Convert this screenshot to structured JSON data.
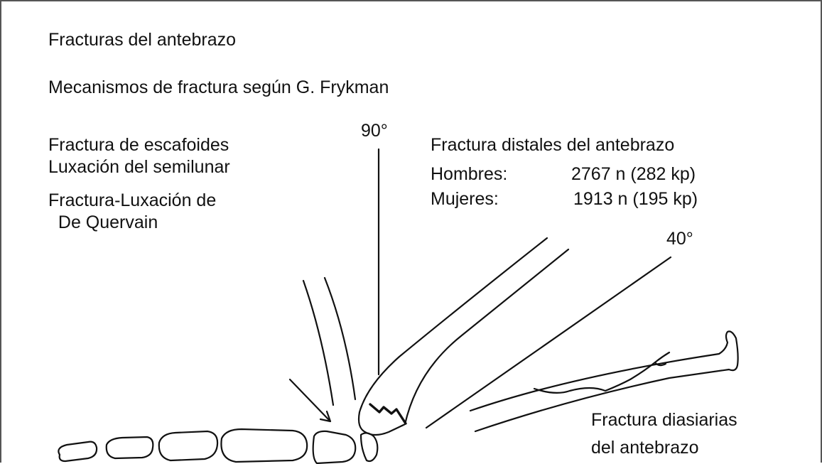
{
  "title": "Fracturas del antebrazo",
  "subtitle": "Mecanismos de fractura según G. Frykman",
  "left_block": {
    "lines": [
      "Fractura de escafoides",
      "Luxación del semilunar",
      "Fractura-Luxación de",
      "  De Quervain"
    ]
  },
  "angle_90": "90°",
  "angle_40": "40°",
  "right_block": {
    "heading": "Fractura distales del antebrazo",
    "rows": [
      {
        "label": "Hombres:",
        "value": "2767 n (282 kp)"
      },
      {
        "label": "Mujeres:",
        "value": "1913 n (195 kp)"
      }
    ]
  },
  "bottom_label": [
    "Fractura diasiarias",
    "del antebrazo"
  ]
}
